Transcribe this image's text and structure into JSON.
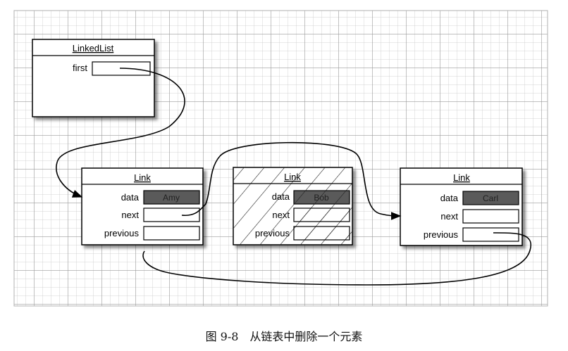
{
  "diagram": {
    "linkedlist": {
      "title": "LinkedList",
      "field": "first"
    },
    "links": [
      {
        "title": "Link",
        "fields": [
          "data",
          "next",
          "previous"
        ],
        "data_value": "Amy",
        "removed": false
      },
      {
        "title": "Link",
        "fields": [
          "data",
          "next",
          "previous"
        ],
        "data_value": "Bob",
        "removed": true
      },
      {
        "title": "Link",
        "fields": [
          "data",
          "next",
          "previous"
        ],
        "data_value": "Carl",
        "removed": false
      }
    ]
  },
  "caption": "图 9-8　从链表中删除一个元素",
  "colors": {
    "grid_minor": "#c9c9c9",
    "grid_major": "#9a9a9a",
    "box_fill": "#ffffff",
    "data_fill": "#5a5a5a",
    "line": "#000000",
    "caption": "#111111"
  }
}
